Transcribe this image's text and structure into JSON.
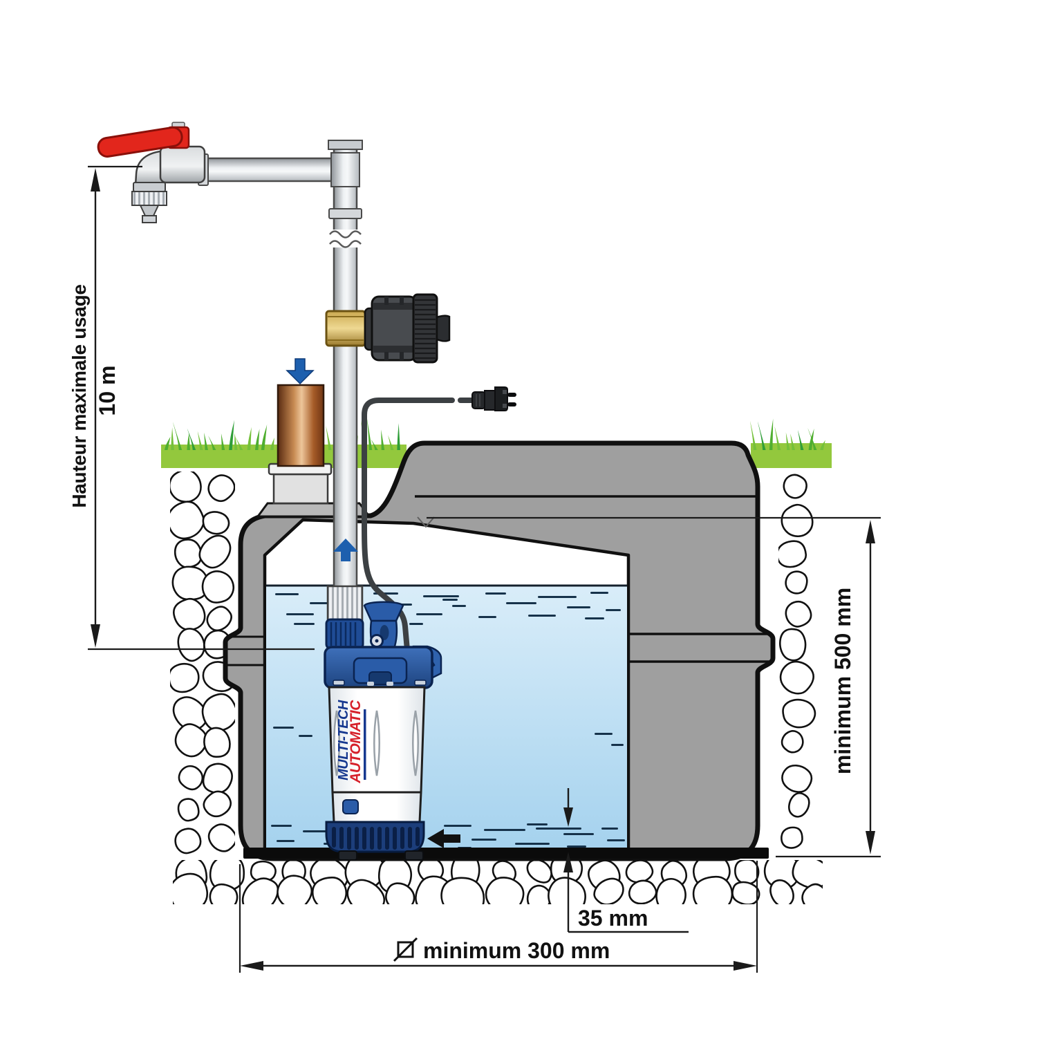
{
  "diagram": {
    "type": "pump-installation-diagram",
    "subject": "Automatic submersible pump installed in a buried cistern",
    "labels": {
      "max_height_label": "Hauteur maximale usage",
      "max_height_value": "10 m",
      "tank_depth": "minimum 500 mm",
      "min_water_level": "35 mm",
      "diameter_symbol": "⌀",
      "tank_diameter": "minimum 300 mm"
    },
    "pump": {
      "brand": "MULTI-TECH",
      "model": "AUTOMATIC"
    },
    "colors": {
      "water": "#abd6ef",
      "grass": "#93c83d",
      "tank_gray": "#9f9f9f",
      "pump_blue": "#2a5ca8",
      "brand_blue": "#16388f",
      "brand_red": "#d6202a",
      "flow_arrow_blue": "#1d5fae",
      "faucet_handle_red": "#e2261c",
      "brass_fitting": "#d9b96a",
      "copper_inlet": "#b4713a"
    }
  }
}
